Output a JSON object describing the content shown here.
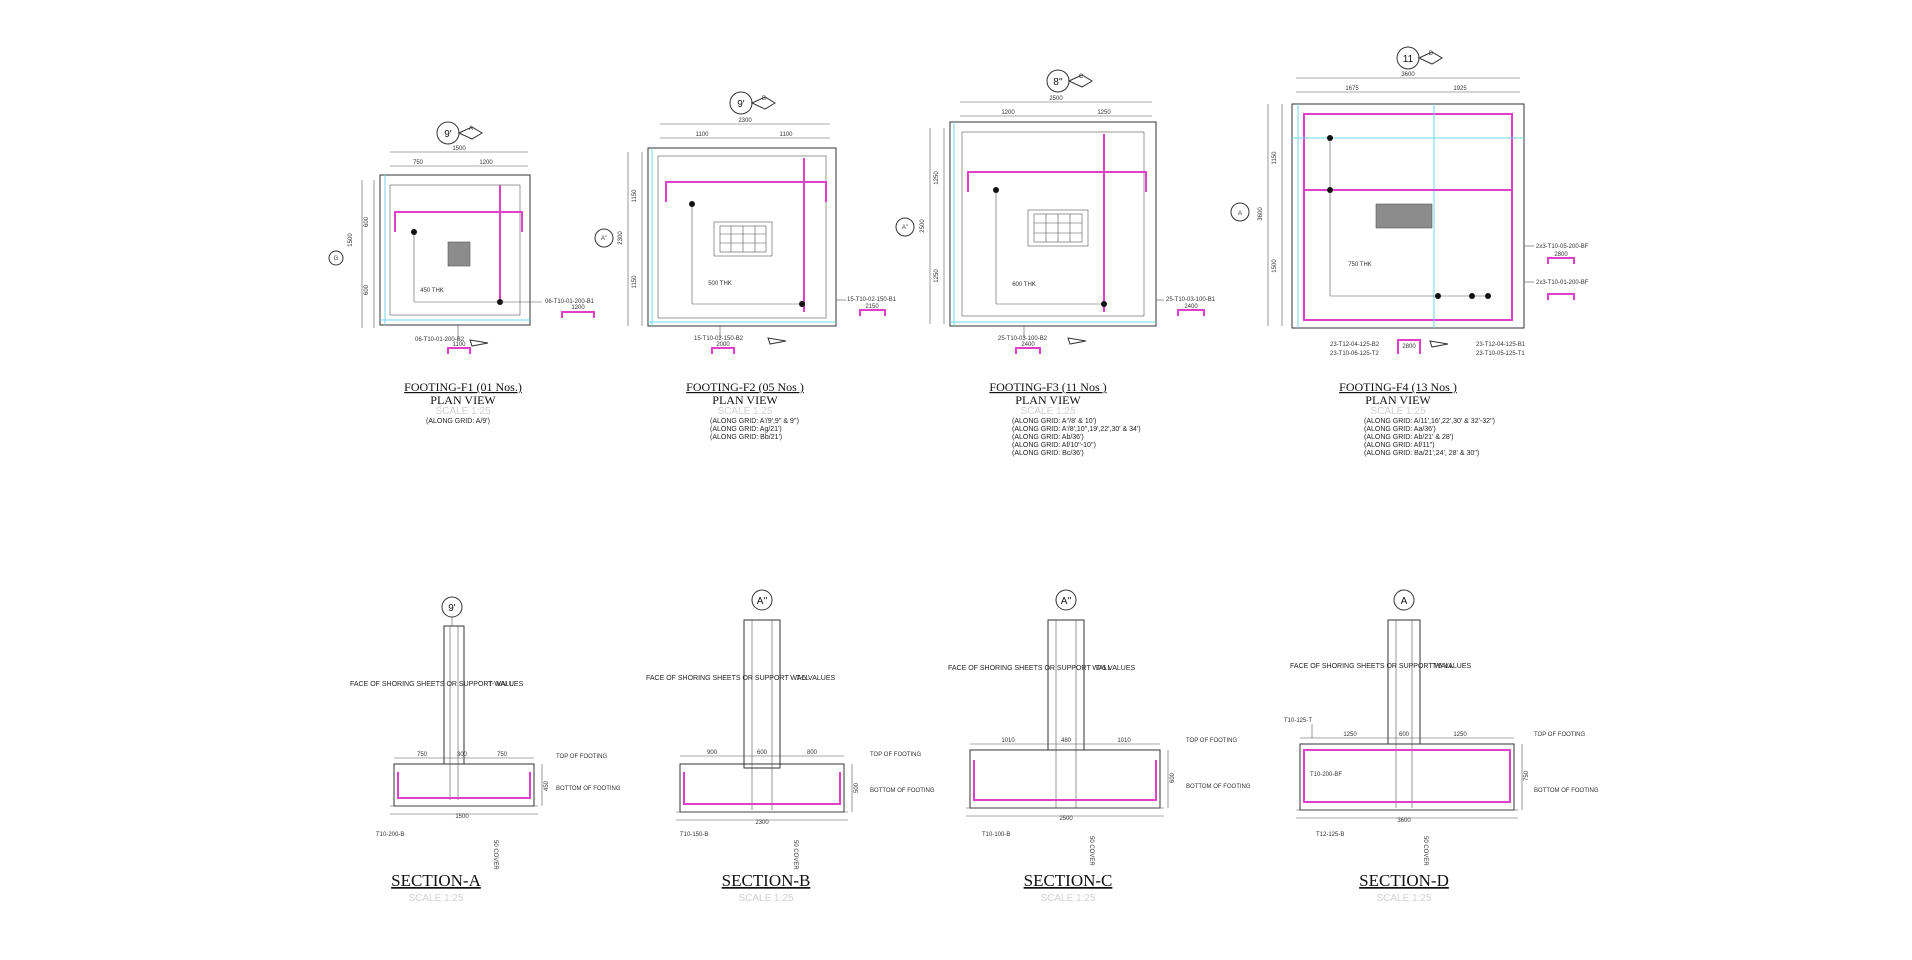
{
  "plans": [
    {
      "title": "FOOTING-F1 (01 Nos.)",
      "subtitle": "PLAN VIEW",
      "scale": "SCALE 1:25",
      "grid_notes": [
        "(ALONG GRID: A/9')"
      ],
      "grid_top": "9'",
      "section_tag": "A",
      "grid_left": "G",
      "dims": {
        "overall": "1500",
        "left": "750",
        "right": "1200",
        "v1": "600",
        "v2": "600",
        "v_total": "1500"
      },
      "thickness": "450 THK",
      "rebar_right": "06-T10-01-200-B1",
      "rebar_bottom": "06-T10-01-200-B2",
      "rebar_bottom_len": "1100",
      "rebar_right_len": "1200"
    },
    {
      "title": "FOOTING-F2 (05 Nos )",
      "subtitle": "PLAN VIEW",
      "scale": "SCALE 1:25",
      "grid_notes": [
        "(ALONG GRID: A'/9',9'' & 9'')",
        "(ALONG GRID: Ag/21')",
        "(ALONG GRID: Bb/21')"
      ],
      "grid_top": "9'",
      "section_tag": "B",
      "grid_left": "A''",
      "dims": {
        "overall": "2300",
        "left": "1100",
        "right": "1100",
        "v1": "1150",
        "v2": "1150",
        "v_total": "2300"
      },
      "thickness": "500 THK",
      "rebar_right": "15-T10-02-150-B1",
      "rebar_bottom": "15-T10-02-150-B2",
      "rebar_bottom_len": "2000",
      "rebar_right_len": "2150"
    },
    {
      "title": "FOOTING-F3 (11 Nos )",
      "subtitle": "PLAN VIEW",
      "scale": "SCALE 1:25",
      "grid_notes": [
        "(ALONG GRID: A''/8' & 10')",
        "(ALONG GRID: A'/8',10'',19',22',30' & 34')",
        "(ALONG GRID: Ab/36')",
        "(ALONG GRID: Af/10''-10'')",
        "(ALONG GRID: Bc/36')"
      ],
      "grid_top": "8''",
      "section_tag": "C",
      "grid_left": "A''",
      "dims": {
        "overall": "2500",
        "left": "1200",
        "right": "1250",
        "v1": "1250",
        "v2": "1250",
        "v_total": "2500"
      },
      "thickness": "600 THK",
      "rebar_right": "25-T10-03-100-B1",
      "rebar_bottom": "25-T10-03-100-B2",
      "rebar_bottom_len": "2400",
      "rebar_right_len": "2400"
    },
    {
      "title": "FOOTING-F4 (13 Nos )",
      "subtitle": "PLAN VIEW",
      "scale": "SCALE 1:25",
      "grid_notes": [
        "(ALONG GRID: A/11',16',22',30' & 32'-32'')",
        "(ALONG GRID: Aa/36')",
        "(ALONG GRID: Ab/21' & 28')",
        "(ALONG GRID: Af/11'')",
        "(ALONG GRID: Ba/21',24', 28' & 30'')"
      ],
      "grid_top": "11",
      "section_tag": "D",
      "grid_left": "A",
      "dims": {
        "overall": "3600",
        "left": "1675",
        "right": "1925",
        "v1": "1150",
        "v2": "1500",
        "v_total": "3600"
      },
      "thickness": "750 THK",
      "rebar_right": "2x3-T10-05-200-BF",
      "rebar_right2": "2x3-T10-01-200-BF",
      "rebar_bottom": "23-T12-04-125-B2",
      "rebar_bottom2": "23-T10-06-125-T2",
      "rebar_bottom_r": "23-T12-04-125-B1",
      "rebar_bottom_r2": "23-T10-05-125-T1",
      "rebar_bottom_len": "2800",
      "rebar_right_len": "2800"
    }
  ],
  "sections": [
    {
      "title": "SECTION-A",
      "scale": "SCALE 1:25",
      "grid": "9'",
      "dims": [
        "750",
        "300",
        "750"
      ],
      "depth": "450",
      "width": "1500",
      "rebar": "T10-200-B",
      "cover": "50 COVER",
      "top_label": "TOP OF FOOTING",
      "bottom_label": "BOTTOM OF FOOTING",
      "note_left": "FACE OF SHORING SHEETS OR SUPPORT WALL",
      "note_right": "T- VALUES"
    },
    {
      "title": "SECTION-B",
      "scale": "SCALE 1:25",
      "grid": "A''",
      "dims": [
        "900",
        "600",
        "800"
      ],
      "depth": "500",
      "width": "2300",
      "rebar": "T10-150-B",
      "cover": "50 COVER",
      "top_label": "TOP OF FOOTING",
      "bottom_label": "BOTTOM OF FOOTING",
      "note_left": "FACE OF SHORING SHEETS OR SUPPORT WALL",
      "note_right": "T-5 VALUES"
    },
    {
      "title": "SECTION-C",
      "scale": "SCALE 1:25",
      "grid": "A''",
      "dims": [
        "1010",
        "480",
        "1010"
      ],
      "depth": "600",
      "width": "2500",
      "rebar": "T10-100-B",
      "cover": "50 COVER",
      "top_label": "TOP OF FOOTING",
      "bottom_label": "BOTTOM OF FOOTING",
      "note_left": "FACE OF SHORING SHEETS OR SUPPORT WALL",
      "note_right": "T-5 VALUES"
    },
    {
      "title": "SECTION-D",
      "scale": "SCALE 1:25",
      "grid": "A",
      "dims": [
        "1250",
        "600",
        "1250"
      ],
      "depth": "750",
      "width": "3600",
      "rebar": "T12-125-B",
      "rebar_top": "T10-125-T",
      "rebar_side": "T10-200-BF",
      "cover": "50 COVER",
      "top_label": "TOP OF FOOTING",
      "bottom_label": "BOTTOM OF FOOTING",
      "note_left": "FACE OF SHORING SHEETS OR SUPPORT WALL",
      "note_right": "T-5 VALUES"
    }
  ]
}
